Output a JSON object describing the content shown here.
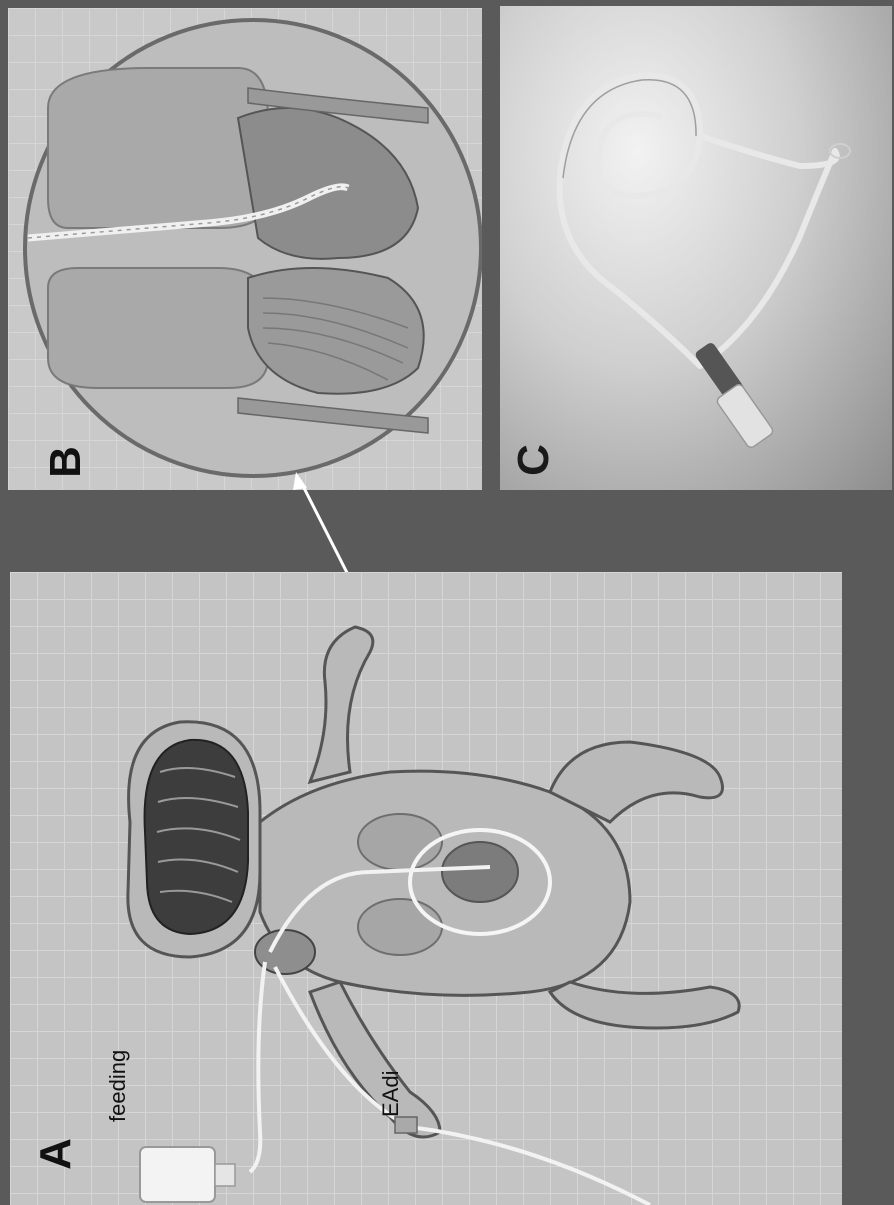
{
  "panels": {
    "a": {
      "letter": "A",
      "labels": {
        "feeding": "feeding",
        "eadi": "EAdi"
      }
    },
    "b": {
      "letter": "B"
    },
    "c": {
      "letter": "C"
    }
  }
}
